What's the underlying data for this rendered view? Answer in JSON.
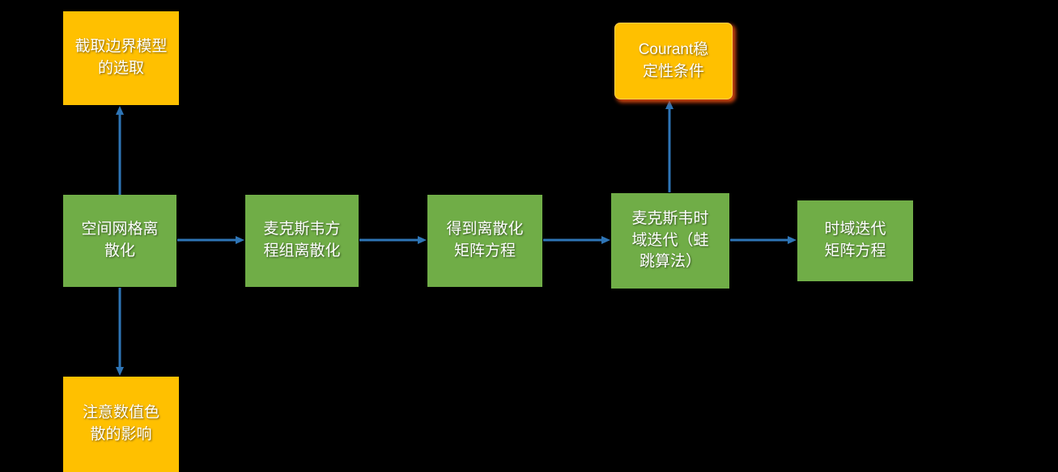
{
  "diagram": {
    "title": "FDTD simulation flowchart",
    "colors": {
      "background": "#000000",
      "process_fill": "#70AD47",
      "note_fill": "#FFC000",
      "arrow": "#2E75B6",
      "text": "#FFFFFF"
    },
    "nodes": [
      {
        "id": "boundary-model-selection",
        "type": "note",
        "label": "截取边界模型\n的选取"
      },
      {
        "id": "spatial-grid-discretization",
        "type": "process",
        "label": "空间网格离\n散化"
      },
      {
        "id": "numerical-dispersion-note",
        "type": "note",
        "label": "注意数值色\n散的影响"
      },
      {
        "id": "maxwell-equations-discretization",
        "type": "process",
        "label": "麦克斯韦方\n程组离散化"
      },
      {
        "id": "discretized-matrix-equation",
        "type": "process",
        "label": "得到离散化\n矩阵方程"
      },
      {
        "id": "maxwell-time-iteration",
        "type": "process",
        "label": "麦克斯韦时\n域迭代（蛙\n跳算法）"
      },
      {
        "id": "courant-stability-condition",
        "type": "note",
        "label": "Courant稳\n定性条件"
      },
      {
        "id": "time-domain-matrix-equation",
        "type": "process",
        "label": "时域迭代\n矩阵方程"
      }
    ],
    "edges": [
      {
        "from": "spatial-grid-discretization",
        "to": "boundary-model-selection",
        "direction": "up"
      },
      {
        "from": "spatial-grid-discretization",
        "to": "numerical-dispersion-note",
        "direction": "down"
      },
      {
        "from": "spatial-grid-discretization",
        "to": "maxwell-equations-discretization",
        "direction": "right"
      },
      {
        "from": "maxwell-equations-discretization",
        "to": "discretized-matrix-equation",
        "direction": "right"
      },
      {
        "from": "discretized-matrix-equation",
        "to": "maxwell-time-iteration",
        "direction": "right"
      },
      {
        "from": "maxwell-time-iteration",
        "to": "courant-stability-condition",
        "direction": "up"
      },
      {
        "from": "maxwell-time-iteration",
        "to": "time-domain-matrix-equation",
        "direction": "right"
      }
    ]
  }
}
